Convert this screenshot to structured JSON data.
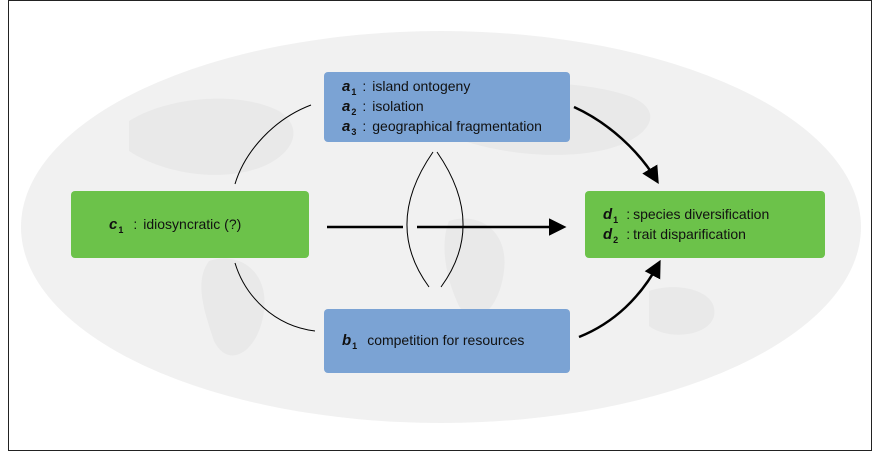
{
  "colors": {
    "blue_box": "#7ba3d4",
    "green_box": "#6cc24a",
    "map_background": "#f1f1f1",
    "arrow": "#000000"
  },
  "boxes": {
    "a": {
      "items": [
        {
          "symbol": "a",
          "subscript": "1",
          "separator": ":",
          "text": "island ontogeny"
        },
        {
          "symbol": "a",
          "subscript": "2",
          "separator": ":",
          "text": "isolation"
        },
        {
          "symbol": "a",
          "subscript": "3",
          "separator": ":",
          "text": "geographical fragmentation"
        }
      ]
    },
    "b": {
      "items": [
        {
          "symbol": "b",
          "subscript": "1",
          "text": "competition for resources"
        }
      ]
    },
    "c": {
      "items": [
        {
          "symbol": "c",
          "subscript": "1",
          "separator": ":",
          "text": "idiosyncratic (?)"
        }
      ]
    },
    "d": {
      "items": [
        {
          "symbol": "d",
          "subscript": "1",
          "separator": ":",
          "text": "species diversification"
        },
        {
          "symbol": "d",
          "subscript": "2",
          "separator": ":",
          "text": "trait disparification"
        }
      ]
    }
  }
}
